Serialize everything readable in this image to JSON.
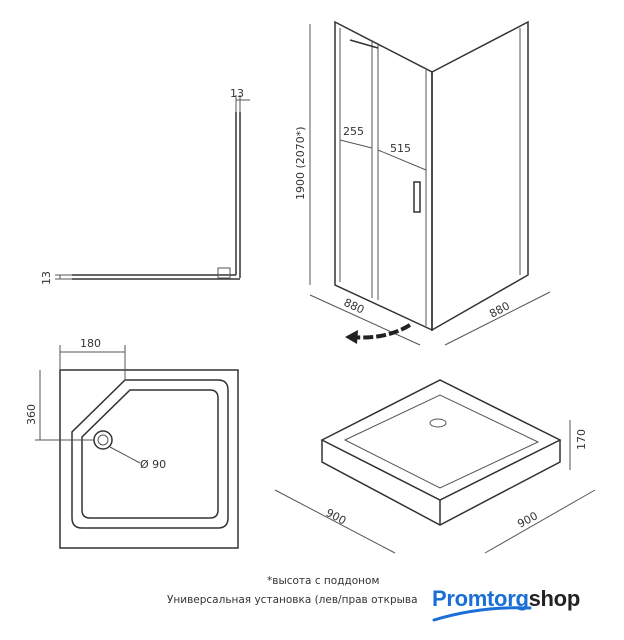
{
  "profile": {
    "dim_top": "13",
    "dim_left": "13"
  },
  "cabin": {
    "height": "1900 (2070*)",
    "door_fixed": "255",
    "door_open": "515",
    "depth_left": "880",
    "depth_right": "880"
  },
  "tray_plan": {
    "corner_x": "180",
    "corner_y": "360",
    "drain": "Ø 90"
  },
  "tray_3d": {
    "width_left": "900",
    "width_right": "900",
    "height": "170"
  },
  "notes": {
    "asterisk": "*высота с поддоном",
    "install": "Универсальная установка (лев/прав открыва"
  },
  "logo": {
    "part1": "Promtorg",
    "part2": "shop",
    "color1": "#1a6fd6",
    "color2": "#222222"
  }
}
